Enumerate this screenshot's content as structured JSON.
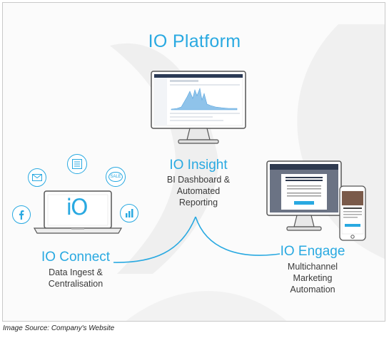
{
  "platform": {
    "title": "IO Platform"
  },
  "nodes": {
    "insight": {
      "name": "IO Insight",
      "desc_lines": [
        "BI Dashboard &",
        "Automated",
        "Reporting"
      ]
    },
    "connect": {
      "name": "IO Connect",
      "desc_lines": [
        "Data Ingest &",
        "Centralisation"
      ]
    },
    "engage": {
      "name": "IO Engage",
      "desc_lines": [
        "Multichannel",
        "Marketing",
        "Automation"
      ]
    }
  },
  "connect_icons": [
    "facebook-icon",
    "email-icon",
    "document-icon",
    "sale-tag-icon",
    "bar-chart-icon"
  ],
  "sale_tag_text": "SALE",
  "laptop_logo": "iO",
  "caption": "Image Source: Company's Website",
  "colors": {
    "accent": "#29a9e1",
    "text": "#3a3a3a",
    "background_shape": "#eeeeee"
  }
}
